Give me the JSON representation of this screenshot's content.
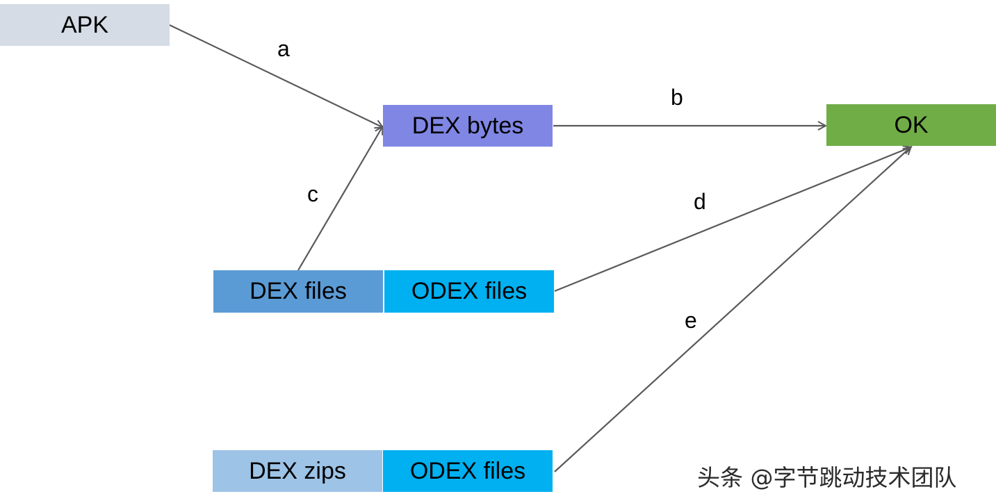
{
  "nodes": {
    "apk": {
      "label": "APK",
      "color": "#d5dce6"
    },
    "dex_bytes": {
      "label": "DEX bytes",
      "color": "#7f86e3"
    },
    "ok": {
      "label": "OK",
      "color": "#70ad47"
    },
    "dex_files": {
      "label": "DEX files",
      "color": "#5b9bd5"
    },
    "odex_files_1": {
      "label": "ODEX files",
      "color": "#00b0f0"
    },
    "dex_zips": {
      "label": "DEX zips",
      "color": "#9dc3e6"
    },
    "odex_files_2": {
      "label": "ODEX files",
      "color": "#00b0f0"
    }
  },
  "edges": [
    {
      "id": "a",
      "label": "a",
      "from": "APK",
      "to": "DEX bytes"
    },
    {
      "id": "b",
      "label": "b",
      "from": "DEX bytes",
      "to": "OK"
    },
    {
      "id": "c",
      "label": "c",
      "from": "DEX files",
      "to": "DEX bytes"
    },
    {
      "id": "d",
      "label": "d",
      "from": "ODEX files",
      "to": "OK"
    },
    {
      "id": "e",
      "label": "e",
      "from": "ODEX files",
      "to": "OK"
    }
  ],
  "edge_color": "#595959",
  "watermark": "头条 @字节跳动技术团队"
}
